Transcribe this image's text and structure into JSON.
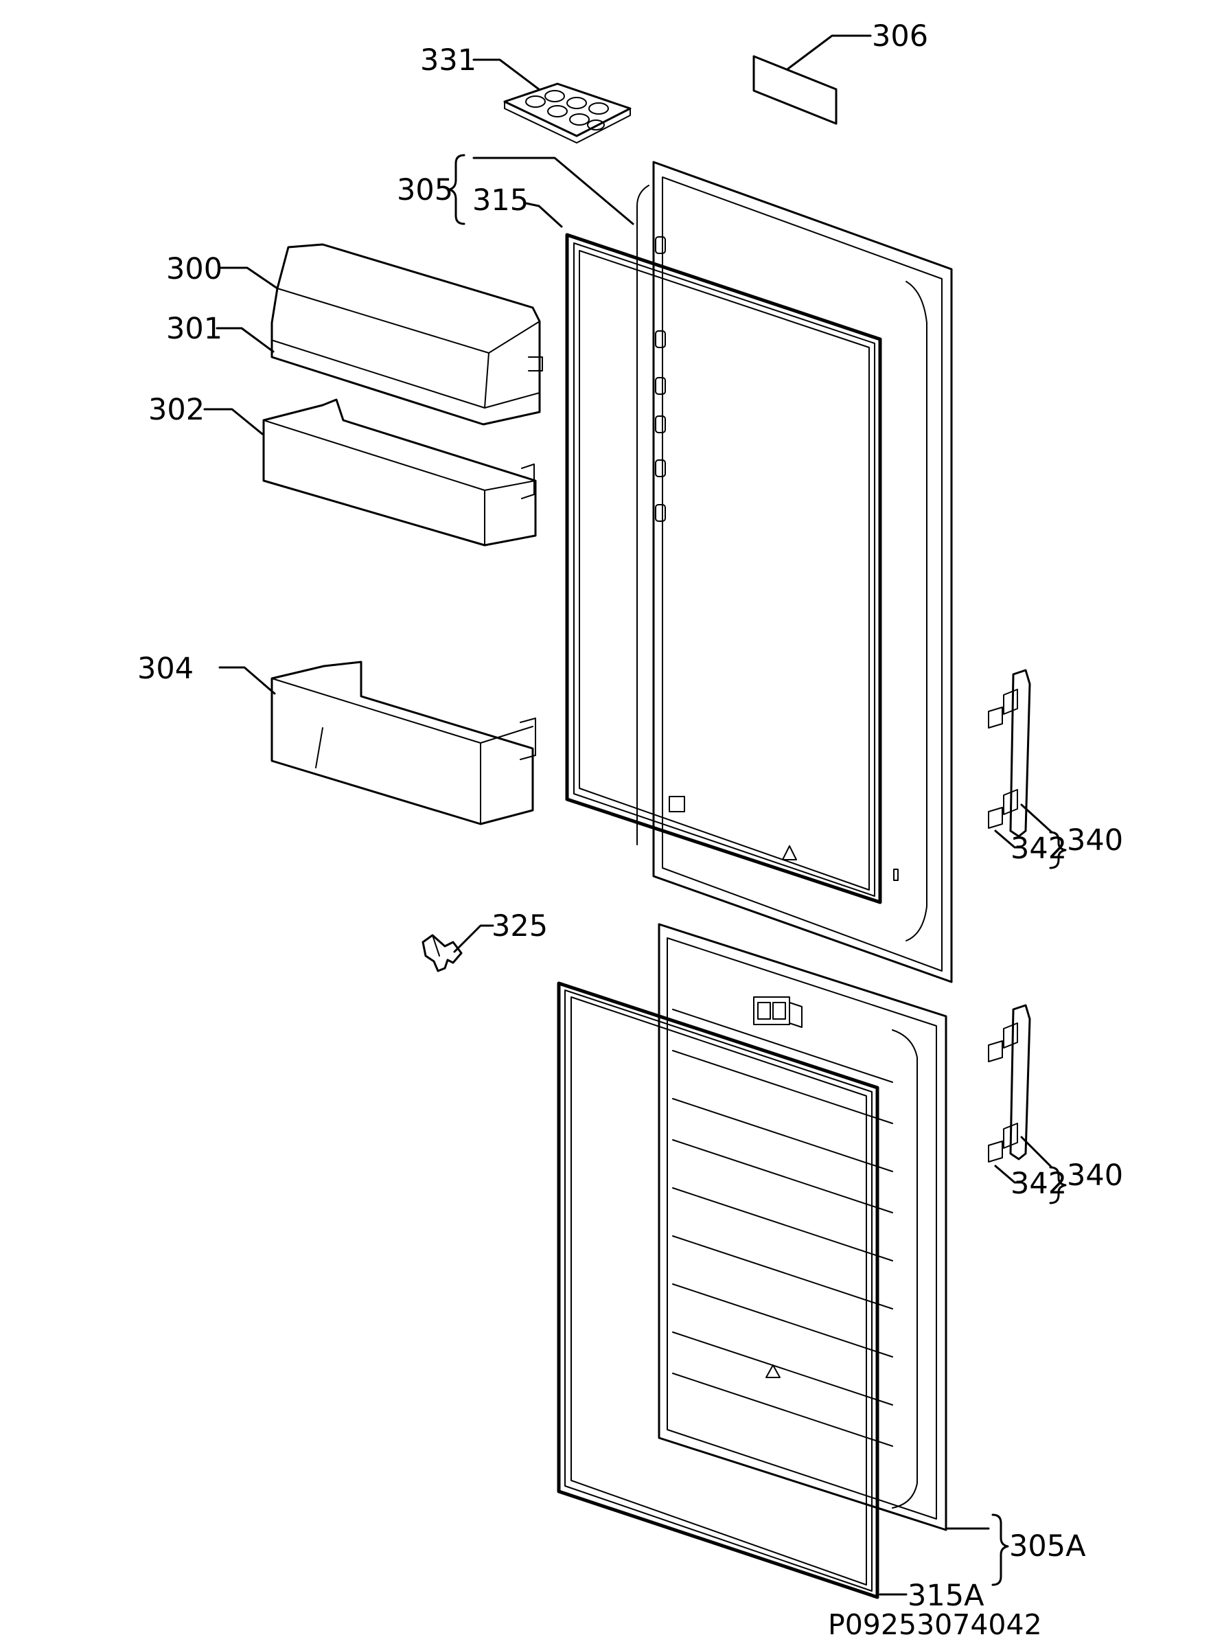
{
  "labels": {
    "p331": "331",
    "p306": "306",
    "p305": "305",
    "p315": "315",
    "p300": "300",
    "p301": "301",
    "p302": "302",
    "p304": "304",
    "p325": "325",
    "p342_upper": "342",
    "p340_upper": "340",
    "p342_lower": "342",
    "p340_lower": "340",
    "p305A": "305A",
    "p315A": "315A"
  },
  "drawing_code": "P09253074042"
}
